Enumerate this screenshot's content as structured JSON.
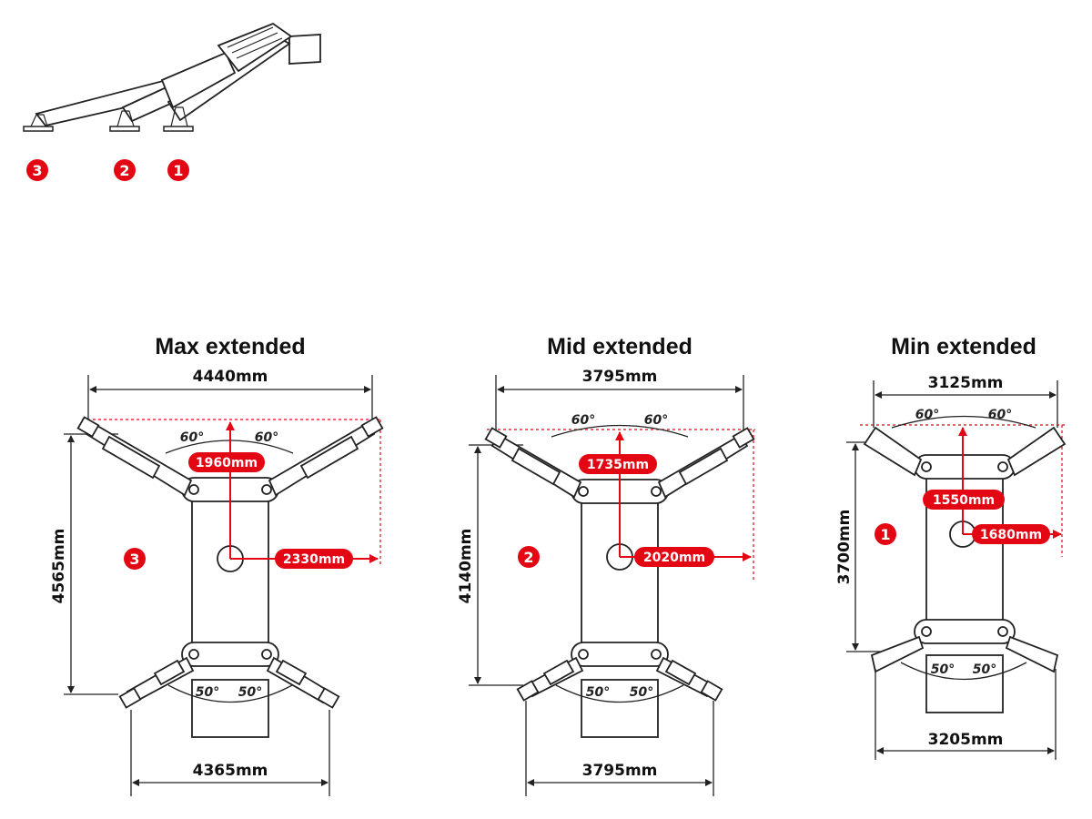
{
  "colors": {
    "accent_red": "#e30613",
    "line": "#222222",
    "background": "#ffffff"
  },
  "side_view": {
    "markers": [
      "3",
      "2",
      "1"
    ]
  },
  "views": [
    {
      "title": "Max extended",
      "marker": "3",
      "top_width": "4440mm",
      "height": "4565mm",
      "bottom_width": "4365mm",
      "red_vertical": "1960mm",
      "red_horizontal": "2330mm",
      "top_angle_left": "60°",
      "top_angle_right": "60°",
      "bottom_angle_left": "50°",
      "bottom_angle_right": "50°"
    },
    {
      "title": "Mid extended",
      "marker": "2",
      "top_width": "3795mm",
      "height": "4140mm",
      "bottom_width": "3795mm",
      "red_vertical": "1735mm",
      "red_horizontal": "2020mm",
      "top_angle_left": "60°",
      "top_angle_right": "60°",
      "bottom_angle_left": "50°",
      "bottom_angle_right": "50°"
    },
    {
      "title": "Min extended",
      "marker": "1",
      "top_width": "3125mm",
      "height": "3700mm",
      "bottom_width": "3205mm",
      "red_vertical": "1550mm",
      "red_horizontal": "1680mm",
      "top_angle_left": "60°",
      "top_angle_right": "60°",
      "bottom_angle_left": "50°",
      "bottom_angle_right": "50°"
    }
  ]
}
